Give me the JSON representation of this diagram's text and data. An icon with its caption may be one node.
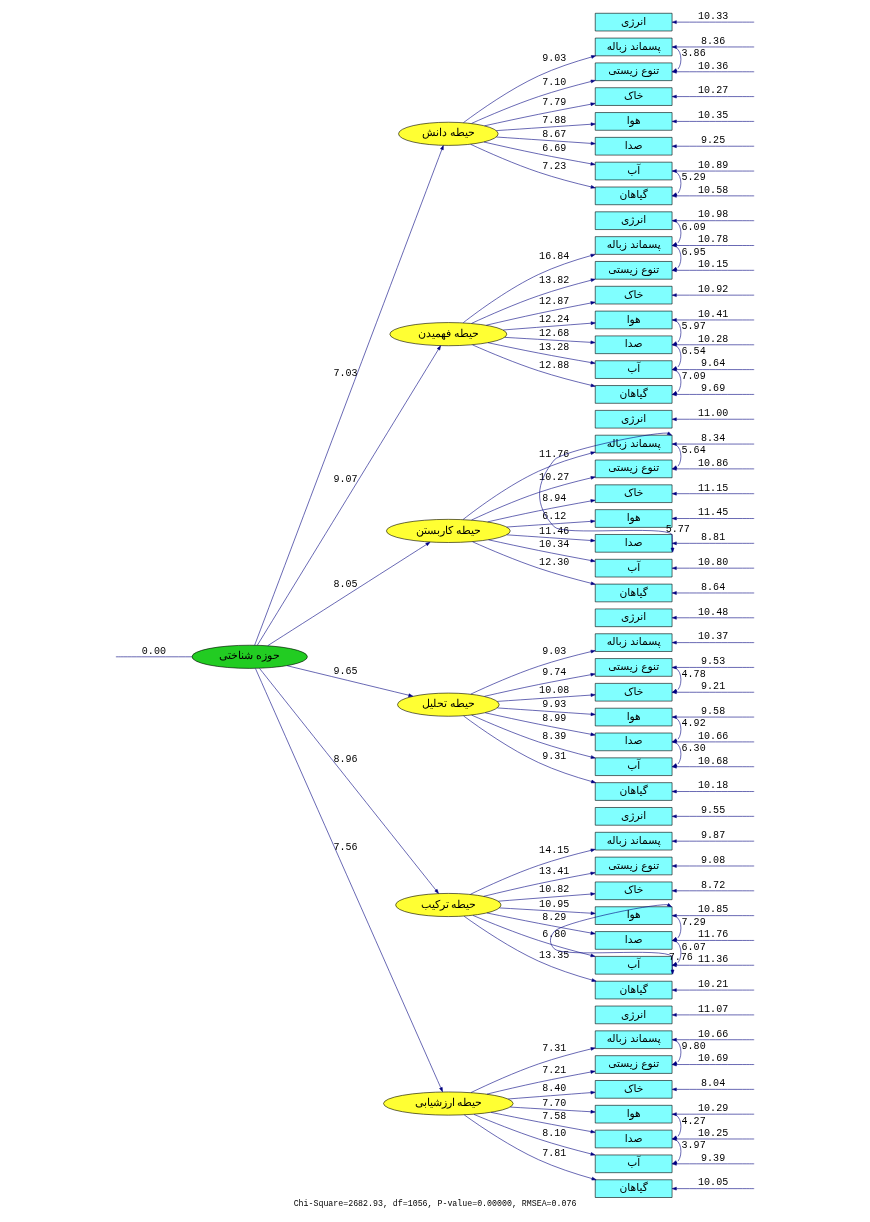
{
  "diagram": {
    "caption": "Chi-Square=2682.93, df=1056, P-value=0.00000, RMSEA=0.076",
    "nodes": [
      {
        "text": [
          "حوزه شناختی"
        ]
      },
      {
        "text": [
          "حیطه دانش"
        ]
      },
      {
        "text": [
          "حیطه فهمیدن"
        ]
      },
      {
        "text": [
          "حیطه کاربستن"
        ]
      },
      {
        "text": [
          "حیطه تحلیل"
        ]
      },
      {
        "text": [
          "حیطه ترکیب"
        ]
      },
      {
        "text": [
          "حیطه ارزشیابی"
        ]
      },
      {
        "text": [
          "انرژی"
        ]
      },
      {
        "text": [
          "پسماند زباله"
        ]
      },
      {
        "text": [
          "تنوع زیستی"
        ]
      },
      {
        "text": [
          "خاک"
        ]
      },
      {
        "text": [
          "هوا"
        ]
      },
      {
        "text": [
          "صدا"
        ]
      },
      {
        "text": [
          "آب"
        ]
      },
      {
        "text": [
          "گیاهان"
        ]
      },
      {
        "text": [
          "انرژی"
        ]
      },
      {
        "text": [
          "پسماند زباله"
        ]
      },
      {
        "text": [
          "تنوع زیستی"
        ]
      },
      {
        "text": [
          "خاک"
        ]
      },
      {
        "text": [
          "هوا"
        ]
      },
      {
        "text": [
          "صدا"
        ]
      },
      {
        "text": [
          "آب"
        ]
      },
      {
        "text": [
          "گیاهان"
        ]
      },
      {
        "text": [
          "انرژی"
        ]
      },
      {
        "text": [
          "پسماند زباله"
        ]
      },
      {
        "text": [
          "تنوع زیستی"
        ]
      },
      {
        "text": [
          "خاک"
        ]
      },
      {
        "text": [
          "هوا"
        ]
      },
      {
        "text": [
          "صدا"
        ]
      },
      {
        "text": [
          "آب"
        ]
      },
      {
        "text": [
          "گیاهان"
        ]
      },
      {
        "text": [
          "انرژی"
        ]
      },
      {
        "text": [
          "پسماند زباله"
        ]
      },
      {
        "text": [
          "تنوع زیستی"
        ]
      },
      {
        "text": [
          "خاک"
        ]
      },
      {
        "text": [
          "هوا"
        ]
      },
      {
        "text": [
          "صدا"
        ]
      },
      {
        "text": [
          "آب"
        ]
      },
      {
        "text": [
          "گیاهان"
        ]
      },
      {
        "text": [
          "انرژی"
        ]
      },
      {
        "text": [
          "پسماند زباله"
        ]
      },
      {
        "text": [
          "تنوع زیستی"
        ]
      },
      {
        "text": [
          "خاک"
        ]
      },
      {
        "text": [
          "هوا"
        ]
      },
      {
        "text": [
          "صدا"
        ]
      },
      {
        "text": [
          "آب"
        ]
      },
      {
        "text": [
          "گیاهان"
        ]
      },
      {
        "text": [
          "انرژی"
        ]
      },
      {
        "text": [
          "پسماند زباله"
        ]
      },
      {
        "text": [
          "تنوع زیستی"
        ]
      },
      {
        "text": [
          "خاک"
        ]
      },
      {
        "text": [
          "هوا"
        ]
      },
      {
        "text": [
          "صدا"
        ]
      },
      {
        "text": [
          "آب"
        ]
      },
      {
        "text": [
          "گیاهان"
        ]
      }
    ],
    "edges": [
      {
        "from": 0,
        "to": 1,
        "arrow": "to",
        "label": "7.03"
      },
      {
        "from": 0,
        "to": 2,
        "arrow": "to",
        "label": "9.07"
      },
      {
        "from": 0,
        "to": 3,
        "arrow": "to",
        "label": "8.05"
      },
      {
        "from": 0,
        "to": 4,
        "arrow": "to",
        "label": "9.65"
      },
      {
        "from": 0,
        "to": 5,
        "arrow": "to",
        "label": "8.96"
      },
      {
        "from": 0,
        "to": 6,
        "arrow": "to",
        "label": "7.56"
      },
      {
        "from": null,
        "to": 0,
        "arrow": "none",
        "label": "0.00"
      },
      {
        "from": 1,
        "to": 8,
        "arrow": "to",
        "label": "9.03"
      },
      {
        "from": 1,
        "to": 9,
        "arrow": "to",
        "label": "7.10"
      },
      {
        "from": 1,
        "to": 10,
        "arrow": "to",
        "label": "7.79"
      },
      {
        "from": 1,
        "to": 11,
        "arrow": "to",
        "label": "7.88"
      },
      {
        "from": 1,
        "to": 12,
        "arrow": "to",
        "label": "8.67"
      },
      {
        "from": 1,
        "to": 13,
        "arrow": "to",
        "label": "6.69"
      },
      {
        "from": 1,
        "to": 14,
        "arrow": "to",
        "label": "7.23"
      },
      {
        "from": 2,
        "to": 16,
        "arrow": "to",
        "label": "16.84"
      },
      {
        "from": 2,
        "to": 17,
        "arrow": "to",
        "label": "13.82"
      },
      {
        "from": 2,
        "to": 18,
        "arrow": "to",
        "label": "12.87"
      },
      {
        "from": 2,
        "to": 19,
        "arrow": "to",
        "label": "12.24"
      },
      {
        "from": 2,
        "to": 20,
        "arrow": "to",
        "label": "12.68"
      },
      {
        "from": 2,
        "to": 21,
        "arrow": "to",
        "label": "13.28"
      },
      {
        "from": 2,
        "to": 22,
        "arrow": "to",
        "label": "12.88"
      },
      {
        "from": 3,
        "to": 24,
        "arrow": "to",
        "label": "11.76"
      },
      {
        "from": 3,
        "to": 25,
        "arrow": "to",
        "label": "10.27"
      },
      {
        "from": 3,
        "to": 26,
        "arrow": "to",
        "label": "8.94"
      },
      {
        "from": 3,
        "to": 27,
        "arrow": "to",
        "label": "6.12"
      },
      {
        "from": 3,
        "to": 28,
        "arrow": "to",
        "label": "11.46"
      },
      {
        "from": 3,
        "to": 29,
        "arrow": "to",
        "label": "10.34"
      },
      {
        "from": 3,
        "to": 30,
        "arrow": "to",
        "label": "12.30"
      },
      {
        "from": 4,
        "to": 32,
        "arrow": "to",
        "label": "9.03"
      },
      {
        "from": 4,
        "to": 33,
        "arrow": "to",
        "label": "9.74"
      },
      {
        "from": 4,
        "to": 34,
        "arrow": "to",
        "label": "10.08"
      },
      {
        "from": 4,
        "to": 35,
        "arrow": "to",
        "label": "9.93"
      },
      {
        "from": 4,
        "to": 36,
        "arrow": "to",
        "label": "8.99"
      },
      {
        "from": 4,
        "to": 37,
        "arrow": "to",
        "label": "8.39"
      },
      {
        "from": 4,
        "to": 38,
        "arrow": "to",
        "label": "9.31"
      },
      {
        "from": 5,
        "to": 40,
        "arrow": "to",
        "label": "14.15"
      },
      {
        "from": 5,
        "to": 41,
        "arrow": "to",
        "label": "13.41"
      },
      {
        "from": 5,
        "to": 42,
        "arrow": "to",
        "label": "10.82"
      },
      {
        "from": 5,
        "to": 43,
        "arrow": "to",
        "label": "10.95"
      },
      {
        "from": 5,
        "to": 44,
        "arrow": "to",
        "label": "8.29"
      },
      {
        "from": 5,
        "to": 45,
        "arrow": "to",
        "label": "6.80"
      },
      {
        "from": 5,
        "to": 46,
        "arrow": "to",
        "label": "13.35"
      },
      {
        "from": 6,
        "to": 48,
        "arrow": "to",
        "label": "7.31"
      },
      {
        "from": 6,
        "to": 49,
        "arrow": "to",
        "label": "7.21"
      },
      {
        "from": 6,
        "to": 50,
        "arrow": "to",
        "label": "8.40"
      },
      {
        "from": 6,
        "to": 51,
        "arrow": "to",
        "label": "7.70"
      },
      {
        "from": 6,
        "to": 52,
        "arrow": "to",
        "label": "7.58"
      },
      {
        "from": 6,
        "to": 53,
        "arrow": "to",
        "label": "8.10"
      },
      {
        "from": 6,
        "to": 54,
        "arrow": "to",
        "label": "7.81"
      },
      {
        "from": null,
        "to": 7,
        "arrow": "to",
        "label": "10.33"
      },
      {
        "from": null,
        "to": 8,
        "arrow": "to",
        "label": "8.36"
      },
      {
        "from": null,
        "to": 9,
        "arrow": "to",
        "label": "10.36"
      },
      {
        "from": null,
        "to": 10,
        "arrow": "to",
        "label": "10.27"
      },
      {
        "from": null,
        "to": 11,
        "arrow": "to",
        "label": "10.35"
      },
      {
        "from": null,
        "to": 12,
        "arrow": "to",
        "label": "9.25"
      },
      {
        "from": null,
        "to": 13,
        "arrow": "to",
        "label": "10.89"
      },
      {
        "from": null,
        "to": 14,
        "arrow": "to",
        "label": "10.58"
      },
      {
        "from": null,
        "to": 15,
        "arrow": "to",
        "label": "10.98"
      },
      {
        "from": null,
        "to": 16,
        "arrow": "to",
        "label": "10.78"
      },
      {
        "from": null,
        "to": 17,
        "arrow": "to",
        "label": "10.15"
      },
      {
        "from": null,
        "to": 18,
        "arrow": "to",
        "label": "10.92"
      },
      {
        "from": null,
        "to": 19,
        "arrow": "to",
        "label": "10.41"
      },
      {
        "from": null,
        "to": 20,
        "arrow": "to",
        "label": "10.28"
      },
      {
        "from": null,
        "to": 21,
        "arrow": "to",
        "label": "9.64"
      },
      {
        "from": null,
        "to": 22,
        "arrow": "to",
        "label": "9.69"
      },
      {
        "from": null,
        "to": 23,
        "arrow": "to",
        "label": "11.00"
      },
      {
        "from": null,
        "to": 24,
        "arrow": "to",
        "label": "8.34"
      },
      {
        "from": null,
        "to": 25,
        "arrow": "to",
        "label": "10.86"
      },
      {
        "from": null,
        "to": 26,
        "arrow": "to",
        "label": "11.15"
      },
      {
        "from": null,
        "to": 27,
        "arrow": "to",
        "label": "11.45"
      },
      {
        "from": null,
        "to": 28,
        "arrow": "to",
        "label": "8.81"
      },
      {
        "from": null,
        "to": 29,
        "arrow": "to",
        "label": "10.80"
      },
      {
        "from": null,
        "to": 30,
        "arrow": "to",
        "label": "8.64"
      },
      {
        "from": null,
        "to": 31,
        "arrow": "to",
        "label": "10.48"
      },
      {
        "from": null,
        "to": 32,
        "arrow": "to",
        "label": "10.37"
      },
      {
        "from": null,
        "to": 33,
        "arrow": "to",
        "label": "9.53"
      },
      {
        "from": null,
        "to": 34,
        "arrow": "to",
        "label": "9.21"
      },
      {
        "from": null,
        "to": 35,
        "arrow": "to",
        "label": "9.58"
      },
      {
        "from": null,
        "to": 36,
        "arrow": "to",
        "label": "10.66"
      },
      {
        "from": null,
        "to": 37,
        "arrow": "to",
        "label": "10.68"
      },
      {
        "from": null,
        "to": 38,
        "arrow": "to",
        "label": "10.18"
      },
      {
        "from": null,
        "to": 39,
        "arrow": "to",
        "label": "9.55"
      },
      {
        "from": null,
        "to": 40,
        "arrow": "to",
        "label": "9.87"
      },
      {
        "from": null,
        "to": 41,
        "arrow": "to",
        "label": "9.08"
      },
      {
        "from": null,
        "to": 42,
        "arrow": "to",
        "label": "8.72"
      },
      {
        "from": null,
        "to": 43,
        "arrow": "to",
        "label": "10.85"
      },
      {
        "from": null,
        "to": 44,
        "arrow": "to",
        "label": "11.76"
      },
      {
        "from": null,
        "to": 45,
        "arrow": "to",
        "label": "11.36"
      },
      {
        "from": null,
        "to": 46,
        "arrow": "to",
        "label": "10.21"
      },
      {
        "from": null,
        "to": 47,
        "arrow": "to",
        "label": "11.07"
      },
      {
        "from": null,
        "to": 48,
        "arrow": "to",
        "label": "10.66"
      },
      {
        "from": null,
        "to": 49,
        "arrow": "to",
        "label": "10.69"
      },
      {
        "from": null,
        "to": 50,
        "arrow": "to",
        "label": "8.04"
      },
      {
        "from": null,
        "to": 51,
        "arrow": "to",
        "label": "10.29"
      },
      {
        "from": null,
        "to": 52,
        "arrow": "to",
        "label": "10.25"
      },
      {
        "from": null,
        "to": 53,
        "arrow": "to",
        "label": "9.39"
      },
      {
        "from": null,
        "to": 54,
        "arrow": "to",
        "label": "10.05"
      },
      {
        "from": 8,
        "to": 9,
        "arrow": "both",
        "label": "3.86"
      },
      {
        "from": 13,
        "to": 14,
        "arrow": "both",
        "label": "5.29"
      },
      {
        "from": 15,
        "to": 16,
        "arrow": "both",
        "label": "6.09"
      },
      {
        "from": 16,
        "to": 17,
        "arrow": "both",
        "label": "6.95"
      },
      {
        "from": 19,
        "to": 20,
        "arrow": "both",
        "label": "5.97"
      },
      {
        "from": 20,
        "to": 21,
        "arrow": "both",
        "label": "6.54"
      },
      {
        "from": 21,
        "to": 22,
        "arrow": "both",
        "label": "7.09"
      },
      {
        "from": 24,
        "to": 25,
        "arrow": "both",
        "label": "5.64"
      },
      {
        "from": 24,
        "to": 28,
        "arrow": "both",
        "label": "5.77"
      },
      {
        "from": 33,
        "to": 34,
        "arrow": "both",
        "label": "4.78"
      },
      {
        "from": 35,
        "to": 36,
        "arrow": "both",
        "label": "4.92"
      },
      {
        "from": 36,
        "to": 37,
        "arrow": "both",
        "label": "6.30"
      },
      {
        "from": 43,
        "to": 44,
        "arrow": "both",
        "label": "7.29"
      },
      {
        "from": 43,
        "to": 45,
        "arrow": "both",
        "label": "7.76"
      },
      {
        "from": 44,
        "to": 45,
        "arrow": "both",
        "label": "6.07"
      },
      {
        "from": 48,
        "to": 49,
        "arrow": "both",
        "label": "9.80"
      },
      {
        "from": 51,
        "to": 52,
        "arrow": "both",
        "label": "4.27"
      },
      {
        "from": 52,
        "to": 53,
        "arrow": "both",
        "label": "3.97"
      }
    ]
  }
}
